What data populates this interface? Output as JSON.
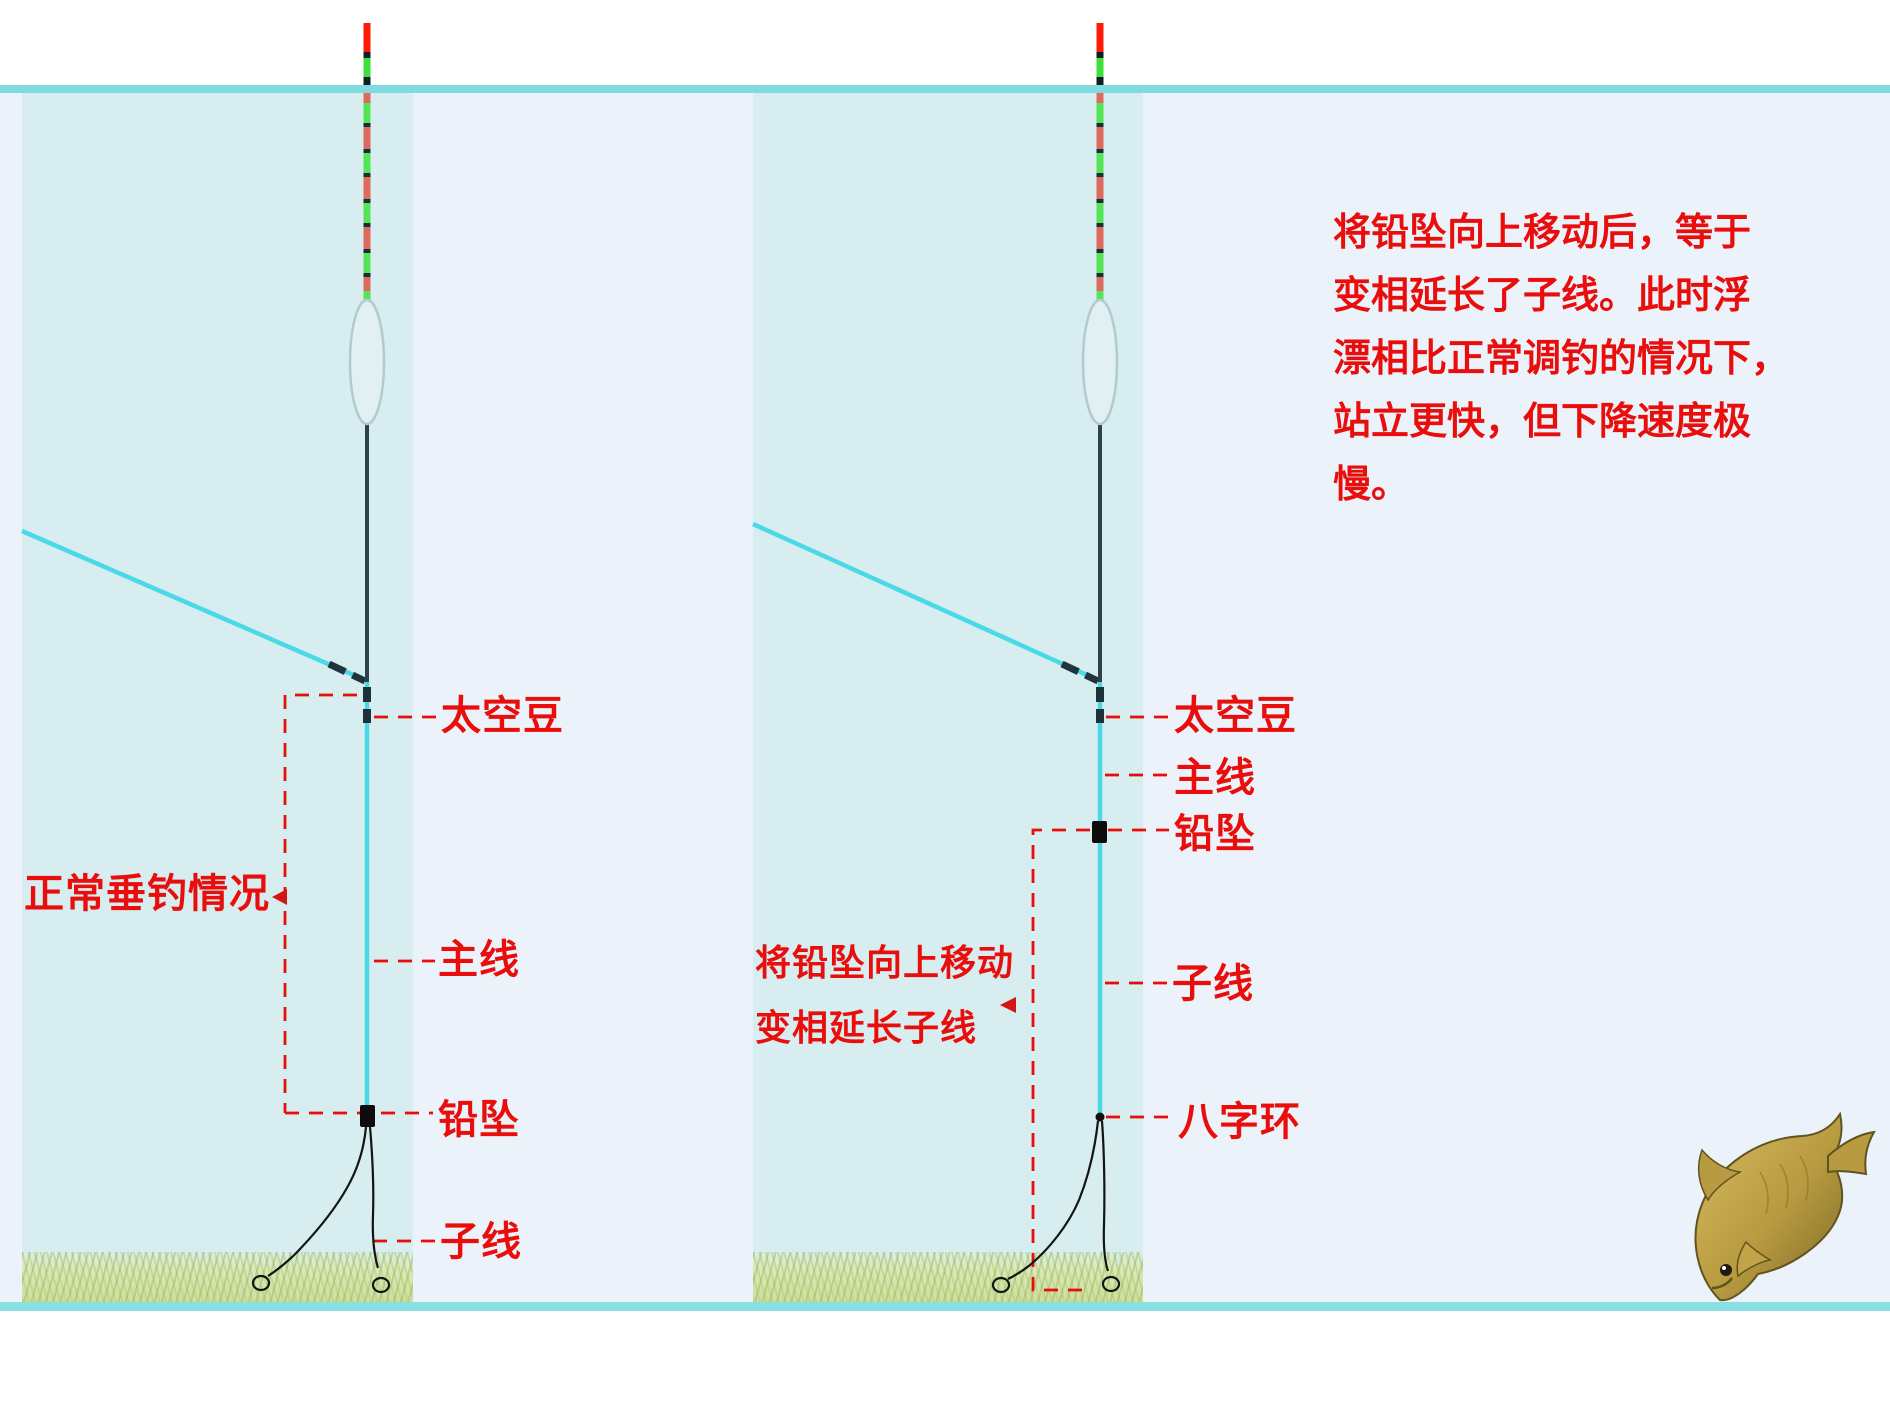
{
  "paragraph": {
    "lines": [
      "将铅坠向上移动后，等于",
      "变相延长了子线。此时浮",
      "漂相比正常调钓的情况下，",
      "站立更快，但下降速度极",
      "慢。"
    ]
  },
  "left_diagram": {
    "caption": "正常垂钓情况",
    "labels": {
      "space_bean": "太空豆",
      "main_line": "主线",
      "lead_sinker": "铅坠",
      "sub_line": "子线"
    }
  },
  "right_diagram": {
    "caption_line1": "将铅坠向上移动",
    "caption_line2": "变相延长子线",
    "labels": {
      "space_bean": "太空豆",
      "main_line": "主线",
      "lead_sinker": "铅坠",
      "sub_line": "子线",
      "figure8_ring": "八字环"
    }
  },
  "colors": {
    "label_red": "#e90d0c",
    "water_panel": "#d7edf0",
    "page_bg": "#ecf2f9",
    "surface_bar": "#7fdbe0",
    "bottom_bar": "#8adfe2",
    "line_cyan": "#49d9e7",
    "float_green": "#55e455",
    "float_salmon": "#dd6a5c",
    "float_red_tip": "#ff1a08",
    "dark_stem": "#2c4248",
    "grass_green": "#dce8bb"
  }
}
